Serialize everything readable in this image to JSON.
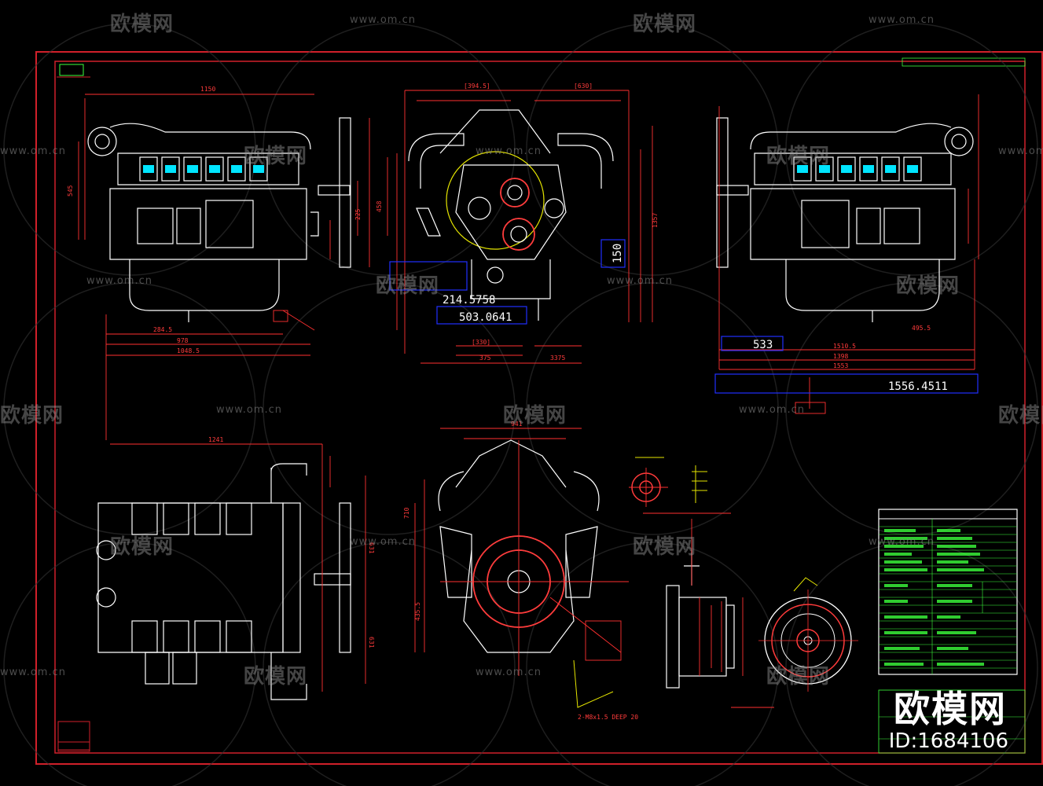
{
  "watermark": {
    "brand": "欧模网",
    "url": "www.om.cn",
    "logo": "欧模网",
    "id_label": "ID:1684106"
  },
  "dimensions": {
    "d1": "214.5758",
    "d2": "503.0641",
    "d3": "150",
    "d4": "533",
    "d5": "1556.4511"
  },
  "colors": {
    "background": "#000000",
    "frame": "#e0202a",
    "lines": "#ffffff",
    "dims": "#ff3030",
    "highlight": "#00e5ff",
    "accent_yellow": "#e6e600",
    "accent_blue": "#2030ff",
    "table_green": "#33ff33"
  }
}
